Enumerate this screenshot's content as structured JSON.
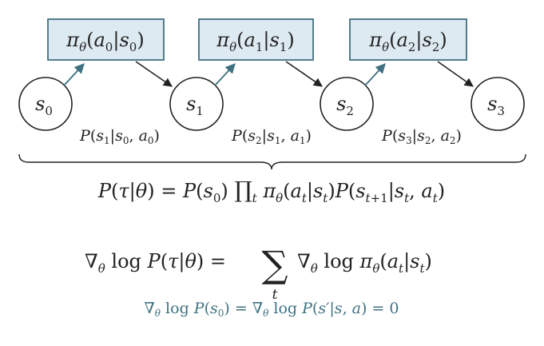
{
  "policies": [
    {
      "label": "πθ(a0|s0)",
      "pi": "π",
      "theta": "θ",
      "a": "a",
      "asub": "0",
      "s": "s",
      "ssub": "0"
    },
    {
      "label": "πθ(a1|s1)",
      "pi": "π",
      "theta": "θ",
      "a": "a",
      "asub": "1",
      "s": "s",
      "ssub": "1"
    },
    {
      "label": "πθ(a2|s2)",
      "pi": "π",
      "theta": "θ",
      "a": "a",
      "asub": "2",
      "s": "s",
      "ssub": "2"
    }
  ],
  "states": [
    {
      "sym": "s",
      "sub": "0"
    },
    {
      "sym": "s",
      "sub": "1"
    },
    {
      "sym": "s",
      "sub": "2"
    },
    {
      "sym": "s",
      "sub": "3"
    }
  ],
  "transitions": [
    {
      "next": "1",
      "cur": "0",
      "act": "0"
    },
    {
      "next": "2",
      "cur": "1",
      "act": "1"
    },
    {
      "next": "3",
      "cur": "2",
      "act": "2"
    }
  ],
  "equations": {
    "trajectory_prob": "P(τ|θ) = P(s0) ∏t πθ(at|st)P(st+1|st, at)",
    "gradient": "∇θ log P(τ|θ) = Σt ∇θ log πθ(at|st)",
    "note": "∇θ log P(s0) = ∇θ log P(s′|s, a) = 0"
  },
  "colors": {
    "accent": "#3f7181",
    "box_fill": "#deeaf2",
    "ink": "#222222"
  }
}
